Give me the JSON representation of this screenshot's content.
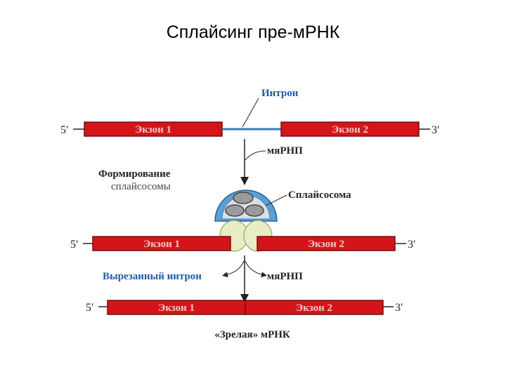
{
  "title": "Сплайсинг пре-мРНК",
  "colors": {
    "exon": "#d3151b",
    "exon_border": "#7a0c0c",
    "intron": "#2f7fc4",
    "spliceosome": "#5aa0d8",
    "snRNP": "#9b9b9b",
    "anchor": "#e9edc4"
  },
  "diagram": {
    "intron_label": "Интрон",
    "row1": {
      "five": "5′",
      "exon1": "Экзон 1",
      "exon2": "Экзон 2",
      "three": "3′"
    },
    "snrnp_in": "мяРНП",
    "formation_line1": "Формирование",
    "formation_line2": "сплайсосомы",
    "spliceosome_label": "Сплайсосома",
    "row2": {
      "five": "5′",
      "exon1": "Экзон 1",
      "exon2": "Экзон 2",
      "three": "3′"
    },
    "excised_intron": "Вырезанный интрон",
    "snrnp_out": "мяРНП",
    "row3": {
      "five": "5′",
      "exon1": "Экзон 1",
      "exon2": "Экзон 2",
      "three": "3′"
    },
    "mature": "«Зрелая» мРНК"
  }
}
